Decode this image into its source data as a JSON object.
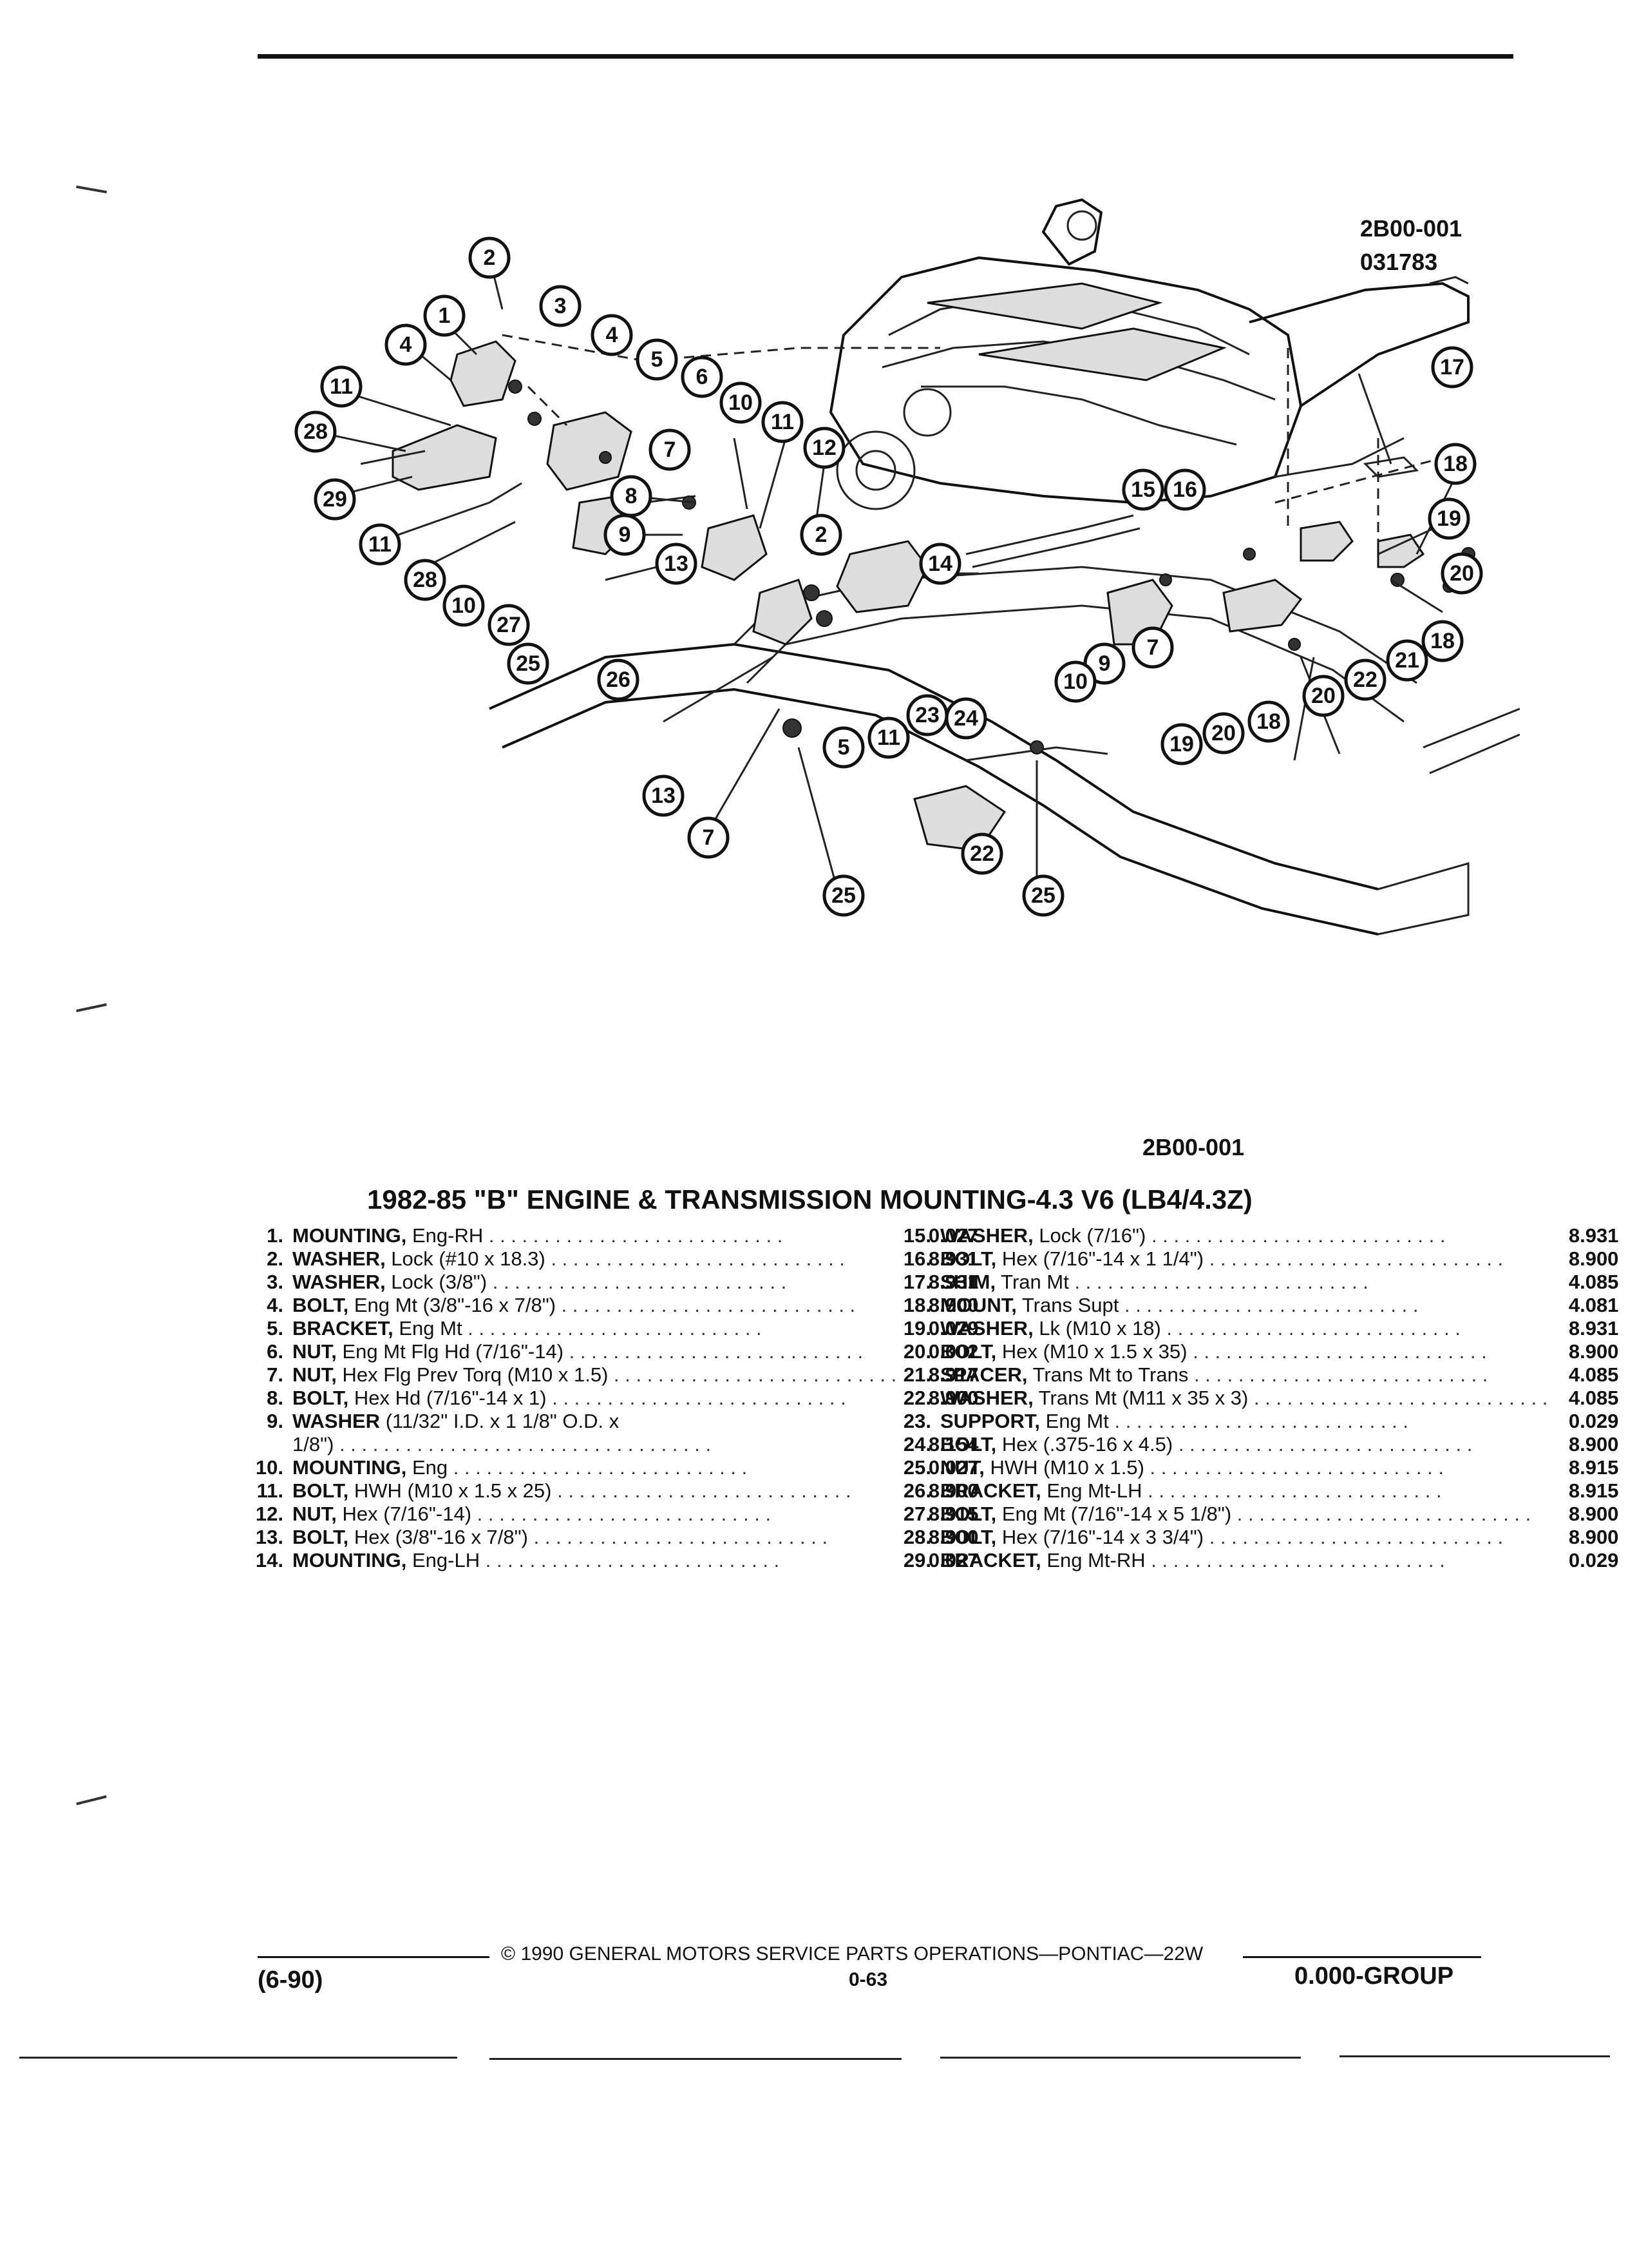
{
  "figure": {
    "id_top": "2B00-001",
    "code_top": "031783",
    "id_caption": "2B00-001",
    "callouts": [
      "1",
      "2",
      "3",
      "4",
      "5",
      "6",
      "7",
      "8",
      "9",
      "10",
      "11",
      "12",
      "13",
      "14",
      "15",
      "16",
      "17",
      "18",
      "19",
      "20",
      "21",
      "22",
      "23",
      "24",
      "25",
      "26",
      "27",
      "28",
      "29"
    ]
  },
  "title": "1982-85 \"B\" ENGINE & TRANSMISSION MOUNTING-4.3 V6 (LB4/4.3Z)",
  "parts_left": [
    {
      "num": "1.",
      "name": "MOUNTING,",
      "desc": " Eng-RH",
      "code": "0.027"
    },
    {
      "num": "2.",
      "name": "WASHER,",
      "desc": " Lock (#10 x 18.3)",
      "code": "8.931"
    },
    {
      "num": "3.",
      "name": "WASHER,",
      "desc": " Lock (3/8\")",
      "code": "8.931"
    },
    {
      "num": "4.",
      "name": "BOLT,",
      "desc": " Eng Mt (3/8\"-16 x 7/8\")",
      "code": "8.900"
    },
    {
      "num": "5.",
      "name": "BRACKET,",
      "desc": " Eng Mt",
      "code": "0.029"
    },
    {
      "num": "6.",
      "name": "NUT,",
      "desc": " Eng Mt Flg Hd (7/16\"-14)",
      "code": "0.002"
    },
    {
      "num": "7.",
      "name": "NUT,",
      "desc": " Hex Flg Prev Torq (M10 x 1.5)",
      "code": "8.917"
    },
    {
      "num": "8.",
      "name": "BOLT,",
      "desc": " Hex Hd (7/16\"-14 x 1)",
      "code": "8.900"
    },
    {
      "num": "9.",
      "name": "WASHER",
      "desc": " (11/32\" I.D. x 1 1/8\" O.D. x",
      "code": ""
    },
    {
      "num": "",
      "name": "",
      "desc": "1/8\")",
      "code": "8.154"
    },
    {
      "num": "10.",
      "name": "MOUNTING,",
      "desc": " Eng",
      "code": "0.027"
    },
    {
      "num": "11.",
      "name": "BOLT,",
      "desc": " HWH (M10 x 1.5 x 25)",
      "code": "8.900"
    },
    {
      "num": "12.",
      "name": "NUT,",
      "desc": " Hex (7/16\"-14)",
      "code": "8.915"
    },
    {
      "num": "13.",
      "name": "BOLT,",
      "desc": " Hex (3/8\"-16 x 7/8\")",
      "code": "8.900"
    },
    {
      "num": "14.",
      "name": "MOUNTING,",
      "desc": " Eng-LH",
      "code": "0.027"
    }
  ],
  "parts_right": [
    {
      "num": "15.",
      "name": "WASHER,",
      "desc": " Lock (7/16\")",
      "code": "8.931"
    },
    {
      "num": "16.",
      "name": "BOLT,",
      "desc": " Hex (7/16\"-14 x 1 1/4\")",
      "code": "8.900"
    },
    {
      "num": "17.",
      "name": "SHIM,",
      "desc": " Tran Mt",
      "code": "4.085"
    },
    {
      "num": "18.",
      "name": "MOUNT,",
      "desc": " Trans Supt",
      "code": "4.081"
    },
    {
      "num": "19.",
      "name": "WASHER,",
      "desc": " Lk (M10 x 18)",
      "code": "8.931"
    },
    {
      "num": "20.",
      "name": "BOLT,",
      "desc": " Hex (M10 x 1.5 x 35)",
      "code": "8.900"
    },
    {
      "num": "21.",
      "name": "SPACER,",
      "desc": " Trans Mt to Trans",
      "code": "4.085"
    },
    {
      "num": "22.",
      "name": "WASHER,",
      "desc": " Trans Mt (M11 x 35 x 3)",
      "code": "4.085"
    },
    {
      "num": "23.",
      "name": "SUPPORT,",
      "desc": " Eng Mt",
      "code": "0.029"
    },
    {
      "num": "24.",
      "name": "BOLT,",
      "desc": " Hex (.375-16 x 4.5)",
      "code": "8.900"
    },
    {
      "num": "25.",
      "name": "NUT,",
      "desc": " HWH (M10 x 1.5)",
      "code": "8.915"
    },
    {
      "num": "26.",
      "name": "BRACKET,",
      "desc": " Eng Mt-LH",
      "code": "8.915"
    },
    {
      "num": "27.",
      "name": "BOLT,",
      "desc": " Eng Mt (7/16\"-14 x 5 1/8\")",
      "code": "8.900"
    },
    {
      "num": "28.",
      "name": "BOLT,",
      "desc": " Hex (7/16\"-14 x 3 3/4\")",
      "code": "8.900"
    },
    {
      "num": "29.",
      "name": "BRACKET,",
      "desc": " Eng Mt-RH",
      "code": "0.029"
    }
  ],
  "footer": {
    "copyright": "© 1990 GENERAL MOTORS SERVICE PARTS OPERATIONS—PONTIAC—22W",
    "date": "(6-90)",
    "page": "0-63",
    "group": "0.000-GROUP"
  }
}
